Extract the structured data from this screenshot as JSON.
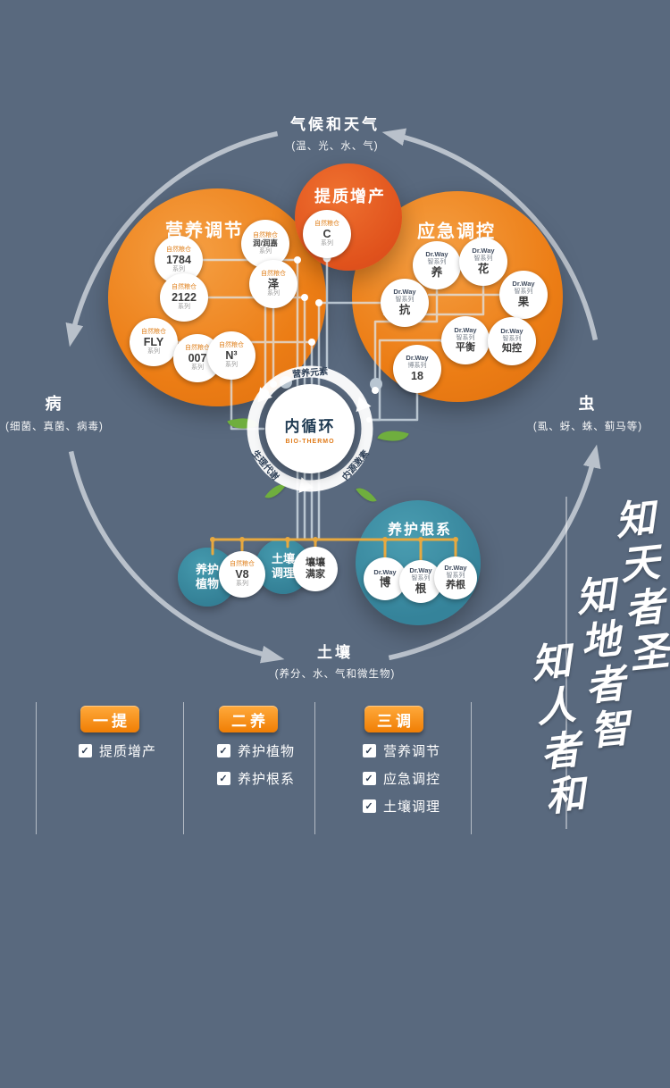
{
  "icons": {
    "check": "✓"
  },
  "cycle": {
    "top": {
      "title": "气候和天气",
      "subtitle": "(温、光、水、气)"
    },
    "left": {
      "title": "病",
      "subtitle": "(细菌、真菌、病毒)"
    },
    "right": {
      "title": "虫",
      "subtitle": "(虱、蚜、蛛、蓟马等)"
    },
    "bottom": {
      "title": "土壤",
      "subtitle": "(养分、水、气和微生物)"
    }
  },
  "center": {
    "title": "内循环",
    "subtitle": "BIO-THERMO",
    "ring_labels": [
      "营养元素",
      "生理代谢",
      "内源激素"
    ]
  },
  "groups": {
    "quality": {
      "title": "提质增产",
      "product": {
        "line1": "自然粮仓",
        "line2": "C",
        "line3": "系列"
      }
    },
    "nutrition": {
      "title": "营养调节",
      "products": [
        {
          "line1": "自然粮仓",
          "line2": "1784",
          "line3": "系列"
        },
        {
          "line1": "自然粮仓",
          "line2": "润/润嘉",
          "line3": "系列"
        },
        {
          "line1": "自然粮仓",
          "line2": "2122",
          "line3": "系列"
        },
        {
          "line1": "自然粮仓",
          "line2": "泽",
          "line3": "系列"
        },
        {
          "line1": "自然粮仓",
          "line2": "FLY",
          "line3": "系列"
        },
        {
          "line1": "自然粮仓",
          "line2": "007",
          "line3": "系列"
        },
        {
          "line1": "自然粮仓",
          "line2": "N³",
          "line3": "系列"
        }
      ]
    },
    "emergency": {
      "title": "应急调控",
      "products": [
        {
          "line1": "Dr.Way",
          "line2": "智系列",
          "line3": "养"
        },
        {
          "line1": "Dr.Way",
          "line2": "智系列",
          "line3": "花"
        },
        {
          "line1": "Dr.Way",
          "line2": "智系列",
          "line3": "果"
        },
        {
          "line1": "Dr.Way",
          "line2": "智系列",
          "line3": "抗"
        },
        {
          "line1": "Dr.Way",
          "line2": "智系列",
          "line3": "平衡"
        },
        {
          "line1": "Dr.Way",
          "line2": "智系列",
          "line3": "知控"
        },
        {
          "line1": "Dr.Way",
          "line2": "博系列",
          "line3": "18"
        }
      ]
    },
    "plant": {
      "title": "养护植物",
      "product": {
        "line1": "自然粮仓",
        "line2": "V8",
        "line3": "系列"
      }
    },
    "soil": {
      "title": "土壤调理",
      "product": {
        "line1": "壤壤",
        "line2": "满家"
      }
    },
    "roots": {
      "title": "养护根系",
      "products": [
        {
          "line1": "Dr.Way",
          "line2": "博",
          "line3": ""
        },
        {
          "line1": "Dr.Way",
          "line2": "智系列",
          "line3": "根"
        },
        {
          "line1": "Dr.Way",
          "line2": "智系列",
          "line3": "养根"
        }
      ]
    }
  },
  "bottom_menu": {
    "items": [
      {
        "label": "一提",
        "checks": [
          "提质增产"
        ]
      },
      {
        "label": "二养",
        "checks": [
          "养护植物",
          "养护根系"
        ]
      },
      {
        "label": "三调",
        "checks": [
          "营养调节",
          "应急调控",
          "土壤调理"
        ]
      }
    ]
  },
  "calligraphy": {
    "lines": [
      "知天者圣",
      "知地者智",
      "知人者和"
    ]
  },
  "colors": {
    "background": "#59697e",
    "orange": "#ec7d15",
    "red_orange": "#e0521c",
    "teal": "#3a8da1",
    "line_yellow": "#e8a93f",
    "arc_gray": "#c7ced6"
  }
}
